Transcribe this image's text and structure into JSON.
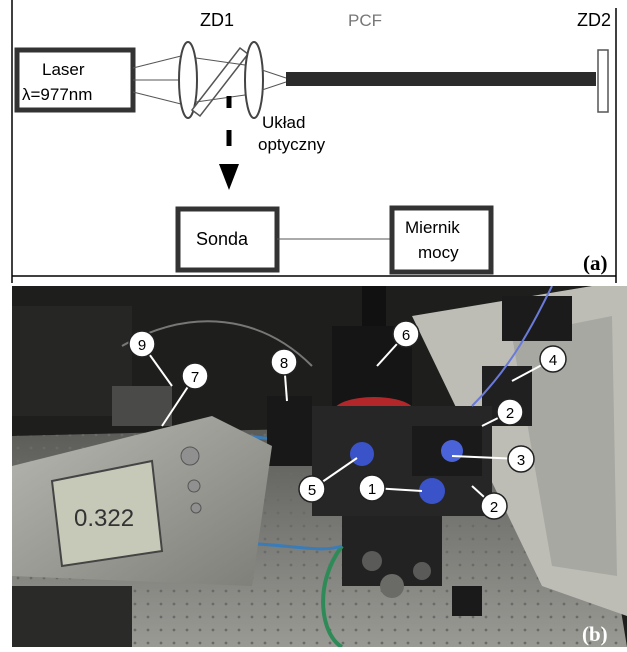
{
  "panel_a": {
    "labels": {
      "zd1": "ZD1",
      "pcf": "PCF",
      "zd2": "ZD2",
      "uklad_line1": "Układ",
      "uklad_line2": "optyczny",
      "panel_label": "(a)"
    },
    "laser_box": {
      "line1": "Laser",
      "line2": "λ=977nm"
    },
    "sonda_box": {
      "text": "Sonda"
    },
    "miernik_box": {
      "line1": "Miernik",
      "line2": "mocy"
    }
  },
  "panel_b": {
    "panel_label": "(b)",
    "meter_reading": "0.322",
    "callouts": [
      "1",
      "2",
      "2",
      "3",
      "4",
      "5",
      "6",
      "7",
      "8",
      "9"
    ]
  },
  "colors": {
    "line": "#000000",
    "photo_dark": "#2a2a28",
    "table_grey": "#8c8c88",
    "accent_blue": "#3b53c9",
    "cable_green": "#2e8b57"
  }
}
